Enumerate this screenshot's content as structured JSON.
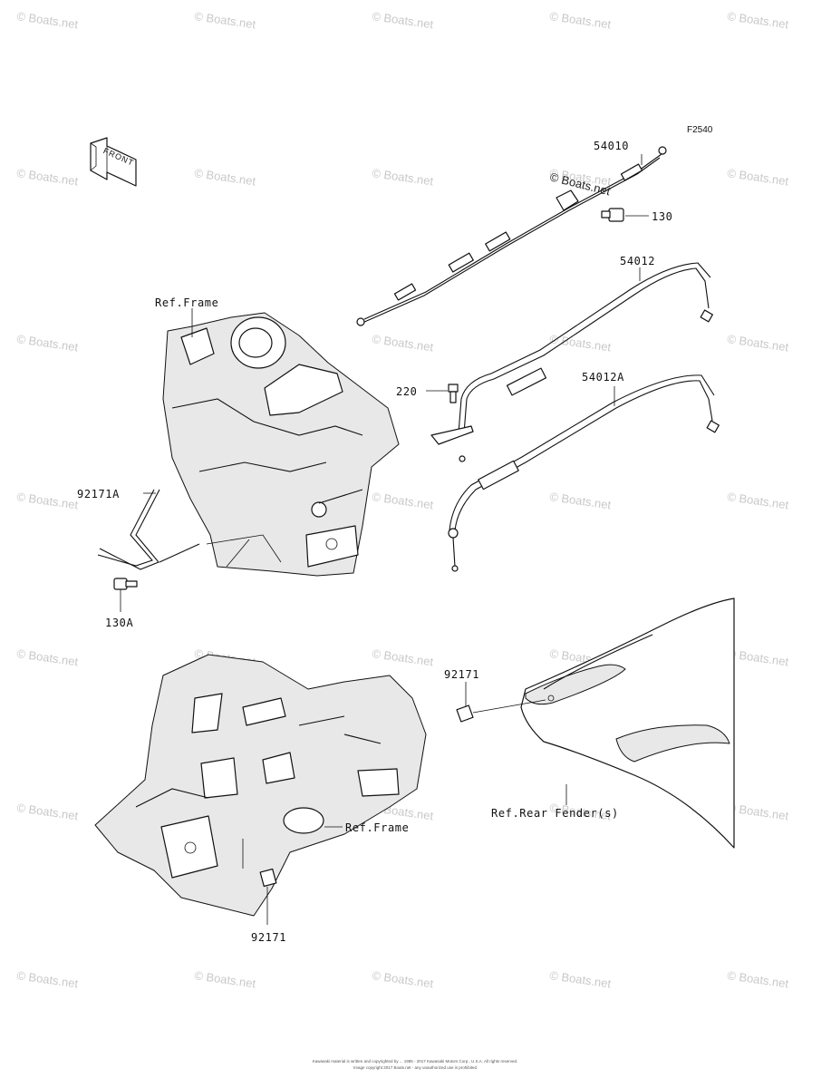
{
  "figure_code": "F2540",
  "front_arrow": {
    "label": "FRONT"
  },
  "watermark": {
    "text": "© Boats.net",
    "dark_text": "© Boats.net"
  },
  "labels": {
    "part_54010": "54010",
    "part_130": "130",
    "part_54012": "54012",
    "part_54012a": "54012A",
    "part_220": "220",
    "ref_frame_top": "Ref.Frame",
    "part_92171a": "92171A",
    "part_130a": "130A",
    "part_92171_right": "92171",
    "ref_rear_fender": "Ref.Rear Fender(s)",
    "ref_frame_bottom": "Ref.Frame",
    "part_92171_bottom": "92171"
  },
  "copyright": {
    "line1": "Kawasaki material is written and copyrighted by ... 1985 - 2017 Kawasaki Motors Corp., U.S.A. All rights reserved.",
    "line2": "Image copyright 2017 Boats.net - any unauthorized use is prohibited"
  }
}
